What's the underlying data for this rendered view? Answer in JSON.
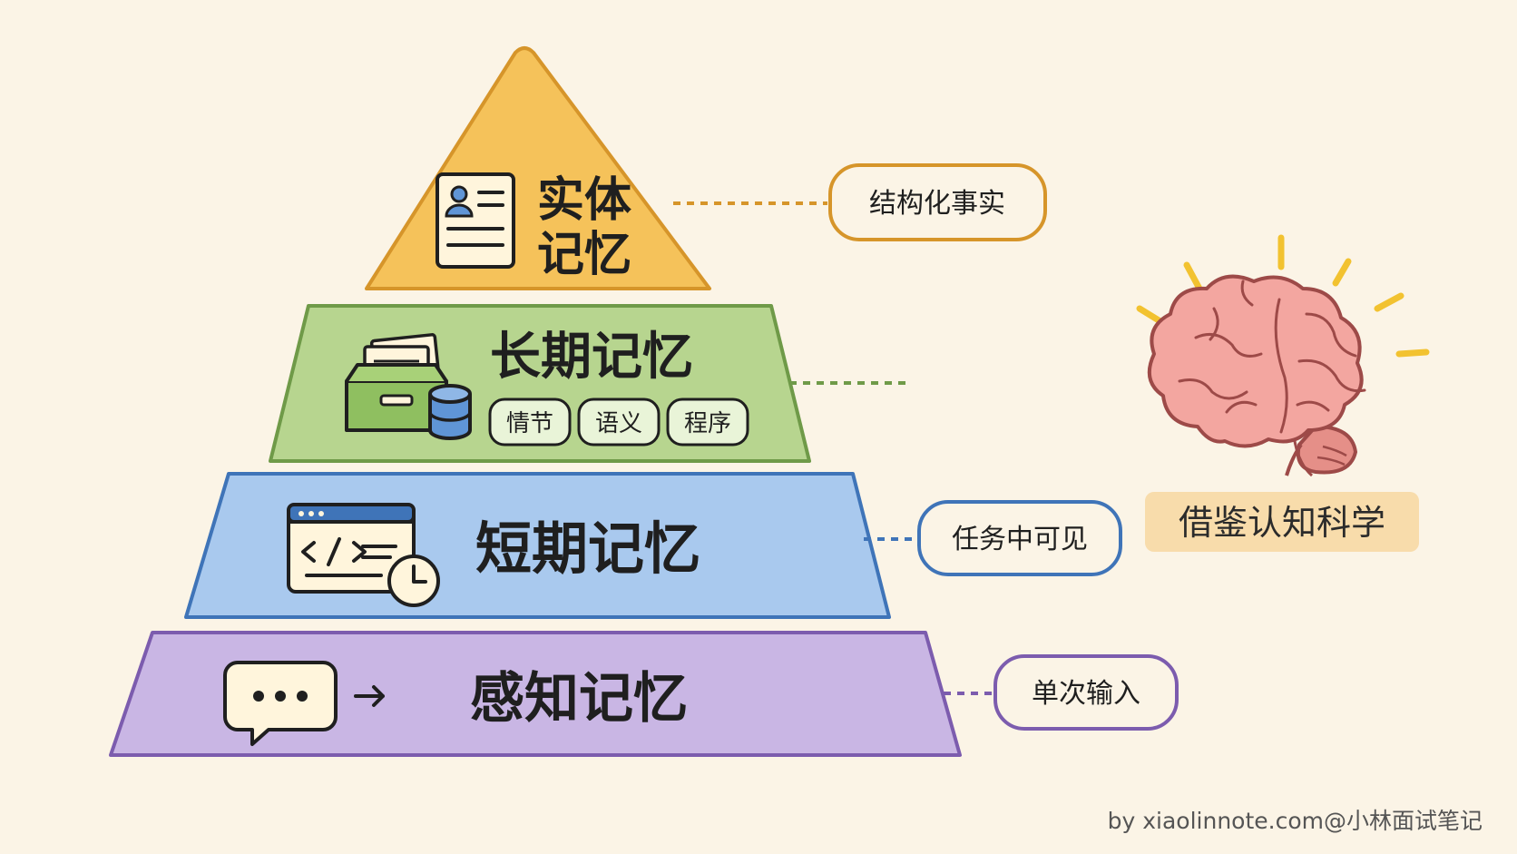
{
  "layers": {
    "entity": {
      "title_line1": "实体",
      "title_line2": "记忆",
      "label": "结构化事实",
      "color": "#f5c25a",
      "stroke": "#d6952a"
    },
    "long_term": {
      "title": "长期记忆",
      "chips": [
        "情节",
        "语义",
        "程序"
      ],
      "color": "#b7d58f",
      "stroke": "#6f9a48"
    },
    "short_term": {
      "title": "短期记忆",
      "label": "任务中可见",
      "color": "#a9c9ee",
      "stroke": "#3f74b8"
    },
    "sensory": {
      "title": "感知记忆",
      "label": "单次输入",
      "color": "#c9b6e4",
      "stroke": "#7c5cae"
    }
  },
  "brain_caption": "借鉴认知科学",
  "credit": "by xiaolinnote.com@小林面试笔记",
  "icons": {
    "entity": "profile-card-icon",
    "long_term": "file-box-database-icon",
    "short_term": "code-window-clock-icon",
    "sensory": "chat-bubble-arrow-icon",
    "brain": "brain-icon"
  }
}
